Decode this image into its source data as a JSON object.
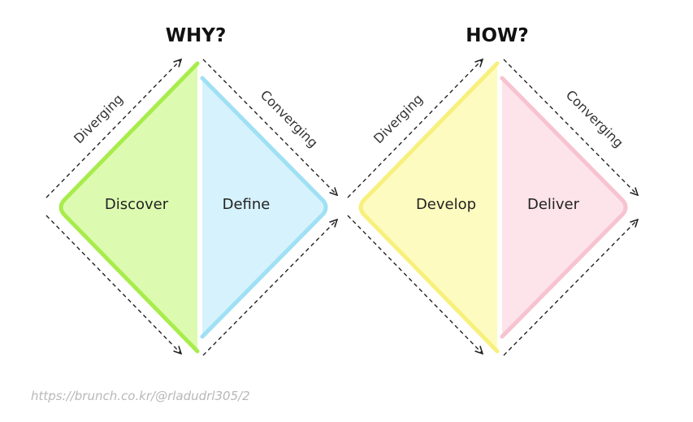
{
  "stages": [
    {
      "header": "WHY?",
      "phases": [
        {
          "label": "Discover",
          "fill": "#ddfbb0",
          "stroke": "#a8ec4c"
        },
        {
          "label": "Define",
          "fill": "#d6f2fc",
          "stroke": "#9fe0f4"
        }
      ],
      "diverging_label": "Diverging",
      "converging_label": "Converging"
    },
    {
      "header": "HOW?",
      "phases": [
        {
          "label": "Develop",
          "fill": "#fdfbbf",
          "stroke": "#f7f07c"
        },
        {
          "label": "Deliver",
          "fill": "#fde4ea",
          "stroke": "#f7c3d0"
        }
      ],
      "diverging_label": "Diverging",
      "converging_label": "Converging"
    }
  ],
  "source": "https://brunch.co.kr/@rladudrl305/2"
}
